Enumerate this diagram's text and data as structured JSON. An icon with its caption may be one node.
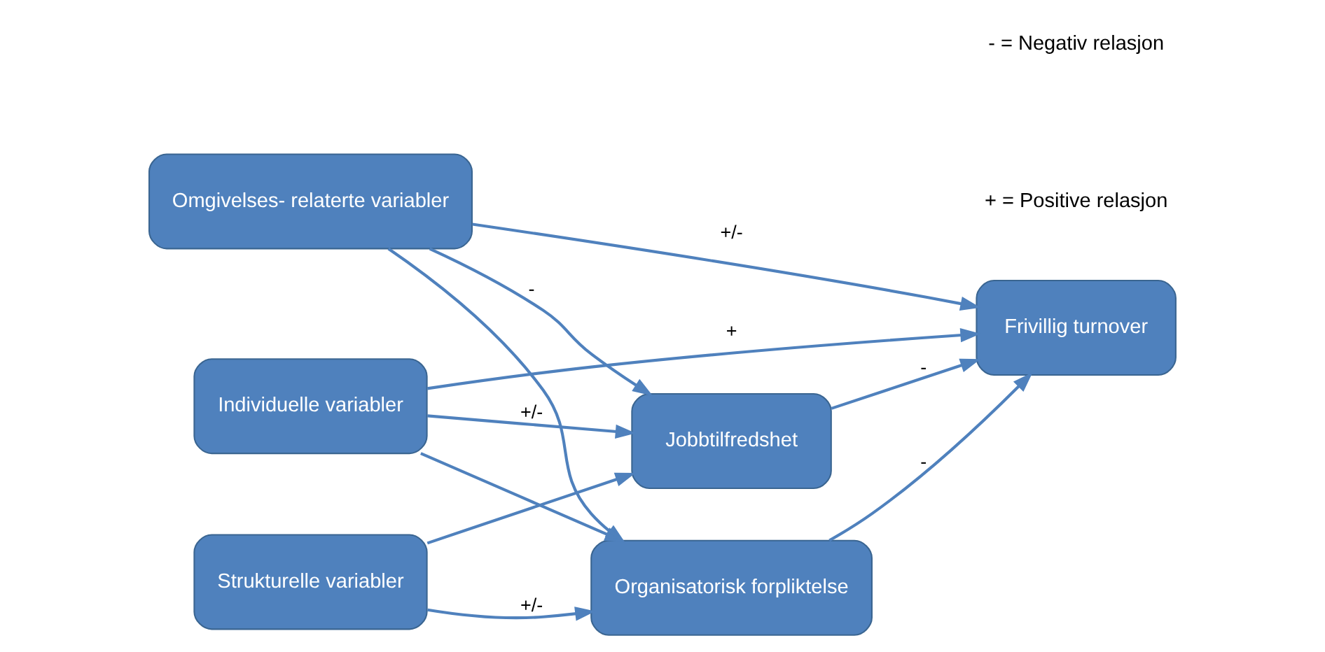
{
  "diagram": {
    "nodes": [
      {
        "text": [
          "Omgivelses- relaterte variabler"
        ]
      },
      {
        "text": [
          "Individuelle variabler"
        ]
      },
      {
        "text": [
          "Strukturelle variabler"
        ]
      },
      {
        "text": [
          "Jobbtilfredshet"
        ]
      },
      {
        "text": [
          "Organisatorisk forpliktelse"
        ]
      },
      {
        "text": [
          "Frivillig turnover"
        ]
      }
    ],
    "edges": [
      {
        "from": 0,
        "to": 3,
        "arrow": "to",
        "label": "-"
      },
      {
        "from": 0,
        "to": 4,
        "arrow": "to"
      },
      {
        "from": 1,
        "to": 3,
        "arrow": "to",
        "label": "+/-"
      },
      {
        "from": 1,
        "to": 4,
        "arrow": "to"
      },
      {
        "from": 2,
        "to": 3,
        "arrow": "to"
      },
      {
        "from": 2,
        "to": 4,
        "arrow": "to",
        "label": "+/-"
      },
      {
        "from": 3,
        "to": 5,
        "arrow": "to",
        "label": "-"
      },
      {
        "from": 4,
        "to": 5,
        "arrow": "to",
        "label": "-"
      },
      {
        "from": 0,
        "to": 5,
        "arrow": "to",
        "label": "+/-"
      },
      {
        "from": 1,
        "to": 5,
        "arrow": "to",
        "label": "+"
      }
    ],
    "labels": [
      "- = Negativ relasjon",
      "+ = Positive relasjon"
    ]
  }
}
